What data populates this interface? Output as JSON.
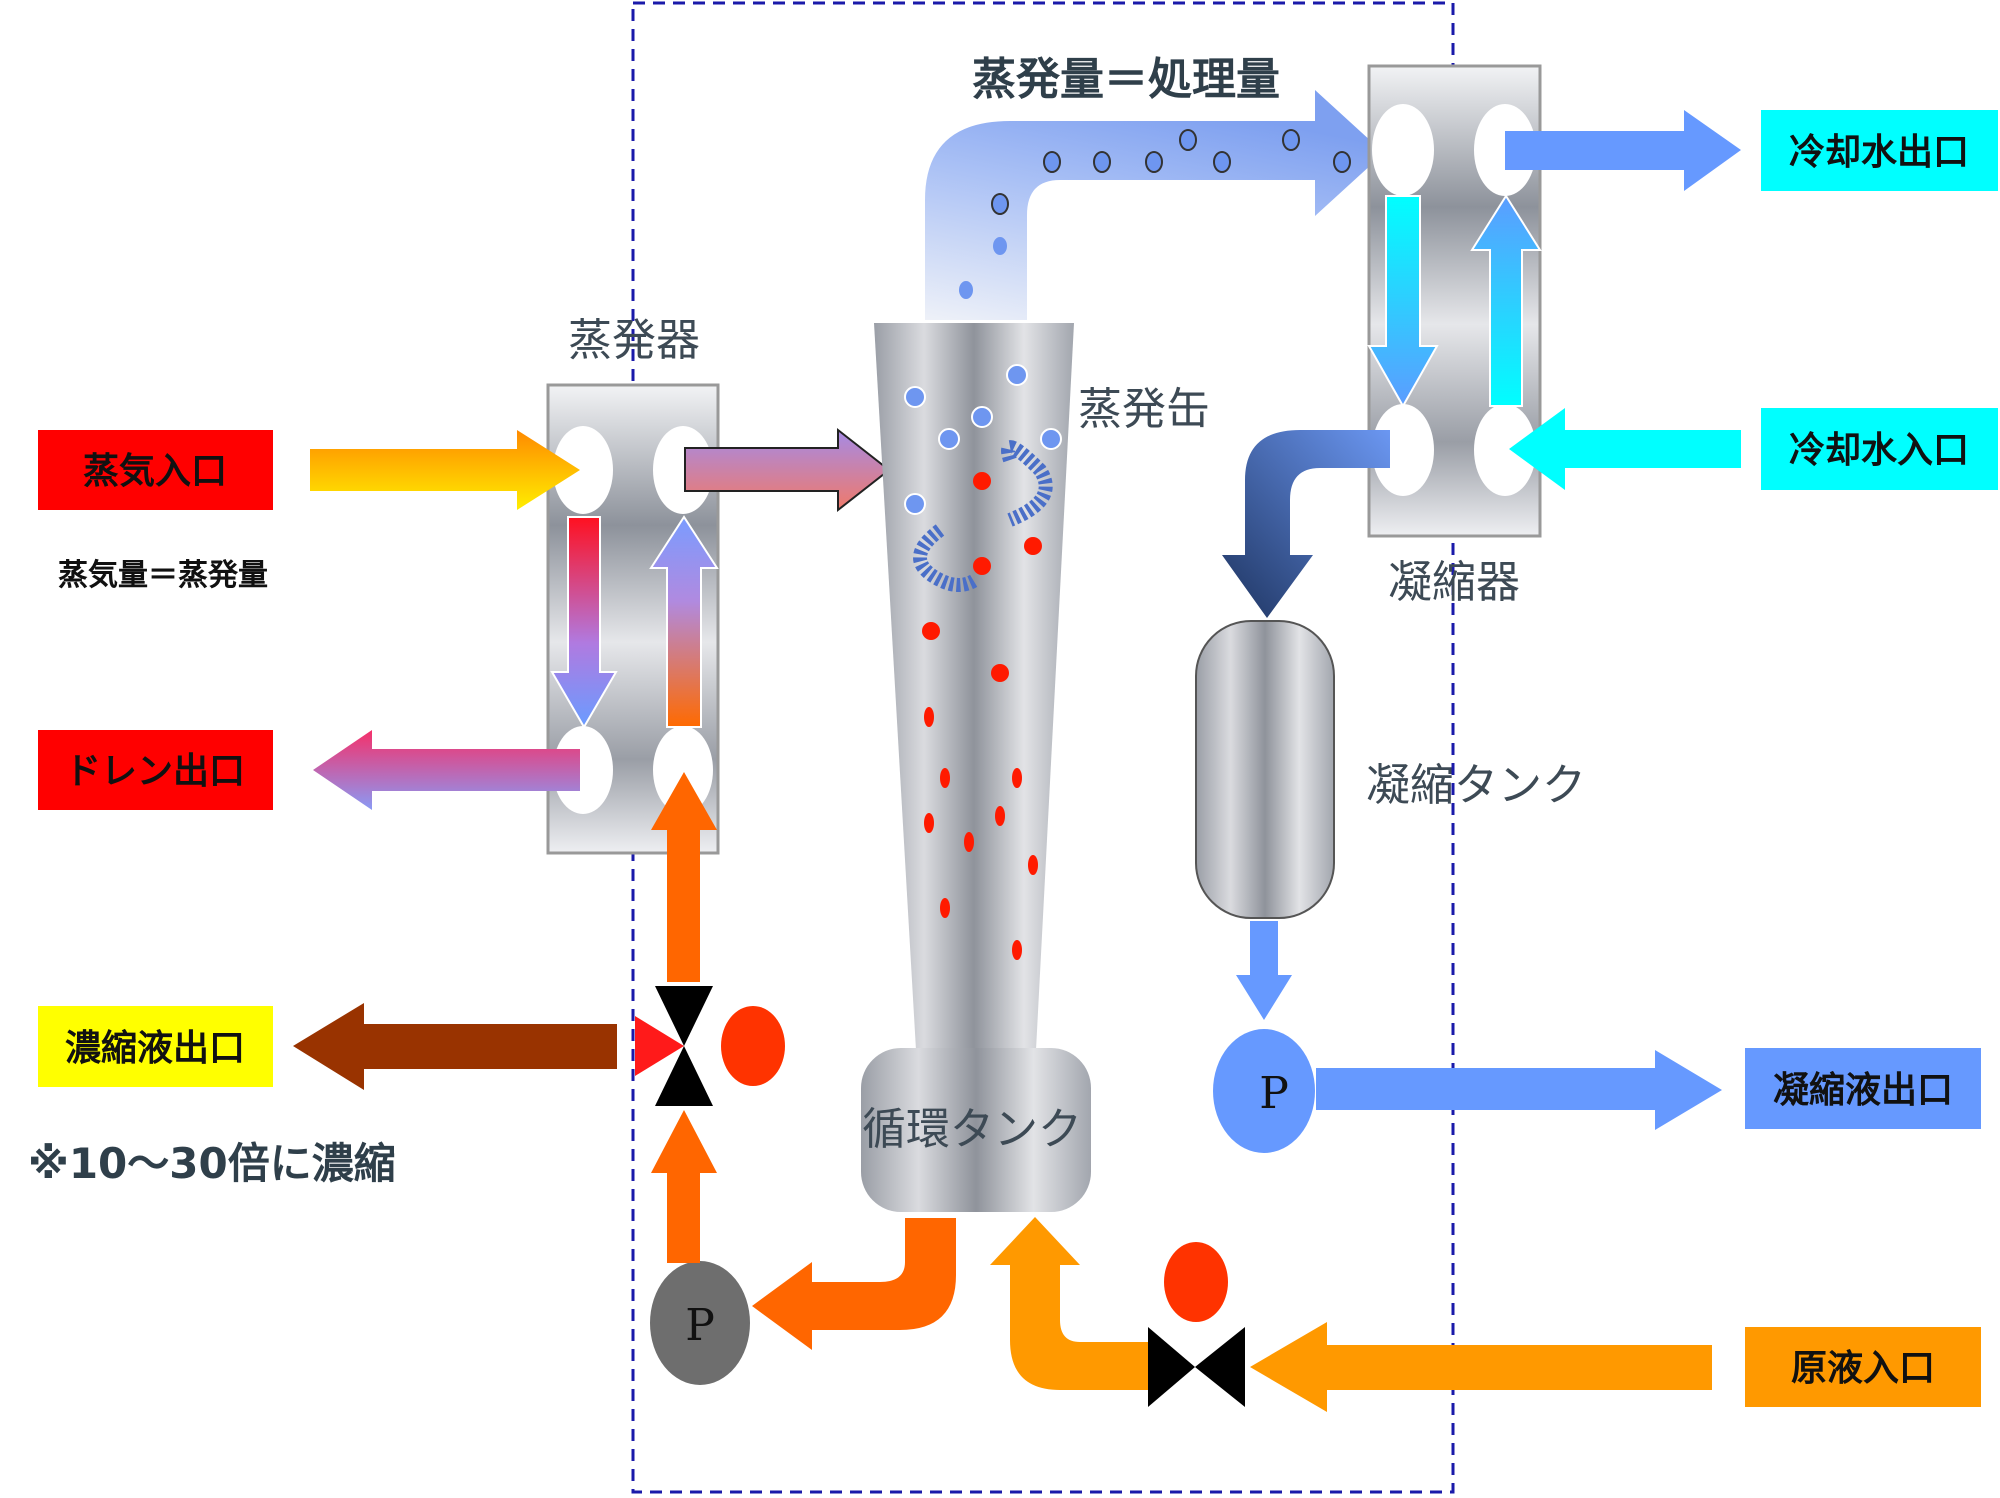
{
  "labels": {
    "steam_inlet": "蒸気入口",
    "steam_note": "蒸気量＝蒸発量",
    "drain_outlet": "ドレン出口",
    "concentrate_outlet": "濃縮液出口",
    "concentration_note": "※10～30倍に濃縮",
    "evaporator": "蒸発器",
    "evaporation_can": "蒸発缶",
    "evaporation_note": "蒸発量＝処理量",
    "circulation_tank": "循環タンク",
    "condenser": "凝縮器",
    "condensate_tank": "凝縮タンク",
    "cooling_water_outlet": "冷却水出口",
    "cooling_water_inlet": "冷却水入口",
    "condensate_outlet": "凝縮液出口",
    "feed_inlet": "原液入口",
    "pump_circulation": "P",
    "pump_condensate": "P"
  },
  "colors": {
    "steam_label_bg": "#ff0000",
    "concentrate_label_bg": "#ffff00",
    "cooling_label_bg": "#00ffff",
    "condensate_label_bg": "#6699ff",
    "feed_label_bg": "#ff9900",
    "boundary_dash": "#1a1aaa",
    "concentrate_arrow": "#993300",
    "circulation_arrow": "#ff6600",
    "feed_arrow": "#ff9900",
    "valve_indicator": "#ff3300"
  },
  "icons": [
    "valve-icon",
    "pump-icon",
    "vapor-bubble-icon",
    "droplet-icon",
    "recirculation-arrow-icon"
  ]
}
